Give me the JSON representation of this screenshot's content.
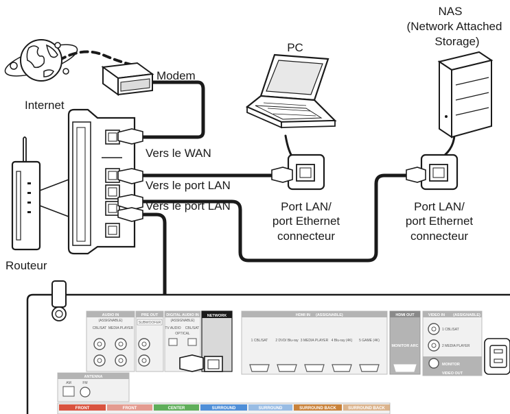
{
  "labels": {
    "nas_line1": "NAS",
    "nas_line2": "(Network Attached",
    "nas_line3": "Storage)",
    "pc": "PC",
    "modem": "Modem",
    "internet": "Internet",
    "vers_wan": "Vers le WAN",
    "vers_lan_1": "Vers le port LAN",
    "vers_lan_2": "Vers le port LAN",
    "pc_port_line1": "Port LAN/",
    "pc_port_line2": "port Ethernet",
    "pc_port_line3": "connecteur",
    "nas_port_line1": "Port LAN/",
    "nas_port_line2": "port Ethernet",
    "nas_port_line3": "connecteur",
    "router": "Routeur"
  },
  "panel": {
    "audio_in": "AUDIO IN",
    "audio_assignable": "(ASSIGNABLE)",
    "cbl_sat": "CBL/SAT",
    "media_player": "MEDIA PLAYER",
    "pre_out": "PRE OUT",
    "subwoofer": "SUBWOOFER",
    "digital_audio_in": "DIGITAL AUDIO IN",
    "digital_assignable": "(ASSIGNABLE)",
    "optical": "OPTICAL",
    "tv_audio": "TV AUDIO",
    "cbl_sat_2": "CBL/SAT",
    "network": "NETWORK",
    "hdmi_in": "HDMI IN",
    "hdmi_in_assignable": "(ASSIGNABLE)",
    "hdmi_inputs": [
      "1  CBL/SAT",
      "2  DVD/ Blu-ray",
      "3  MEDIA PLAYER",
      "4  Blu-ray (4K)",
      "5  GAME (4K)"
    ],
    "hdmi_out": "HDMI OUT",
    "monitor_arc": "MONITOR ARC",
    "video_in": "VIDEO IN",
    "video_assignable": "(ASSIGNABLE)",
    "video_cbl_sat": "1  CBL/SAT",
    "video_media_player": "2  MEDIA PLAYER",
    "monitor": "MONITOR",
    "video_out": "VIDEO OUT",
    "antenna": "ANTENNA",
    "am": "AM",
    "fm": "FM",
    "speakers": [
      "FRONT",
      "FRONT",
      "CENTER",
      "SURROUND",
      "SURROUND",
      "SURROUND BACK",
      "SURROUND BACK"
    ]
  },
  "colors": {
    "cable": "#1a1a1a",
    "panel_label_bg": "#b4b4b4",
    "network_label_bg": "#1a1a1a",
    "speaker_front": "#d9533f",
    "speaker_center": "#5fae5a",
    "speaker_surround": "#4f8fd8",
    "speaker_surround_back": "#c9823a"
  }
}
